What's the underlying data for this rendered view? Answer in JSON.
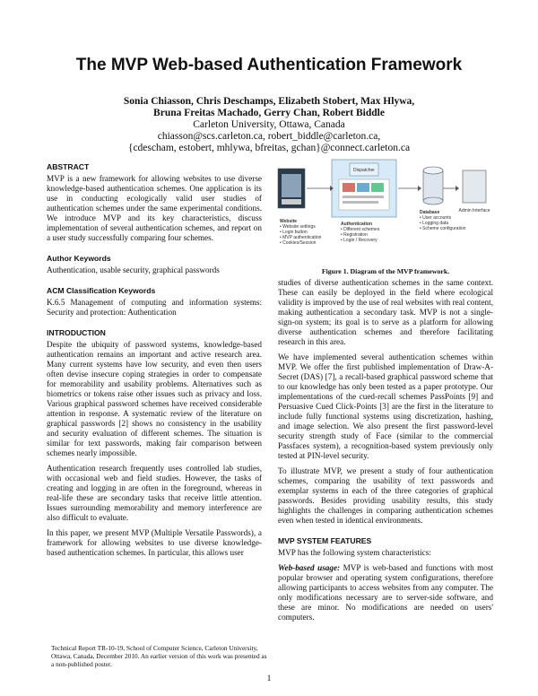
{
  "title": "The MVP Web-based Authentication Framework",
  "authors_line1": "Sonia Chiasson, Chris Deschamps, Elizabeth Stobert, Max Hlywa,",
  "authors_line2": "Bruna Freitas Machado, Gerry Chan, Robert Biddle",
  "affiliation": "Carleton University, Ottawa, Canada",
  "email_line1": "chiasson@scs.carleton.ca, robert_biddle@carleton.ca,",
  "email_line2": "{cdescham, estobert, mhlywa, bfreitas, gchan}@connect.carleton.ca",
  "abstract": {
    "heading": "ABSTRACT",
    "text": "MVP is a new framework for allowing websites to use diverse knowledge-based authentication schemes. One application is its use in conducting ecologically valid user studies of authentication schemes under the same experimental conditions. We introduce MVP and its key characteristics, discuss implementation of several authentication schemes, and report on a user study successfully comparing four schemes."
  },
  "keywords": {
    "heading": "Author Keywords",
    "text": "Authentication, usable security, graphical passwords"
  },
  "acm": {
    "heading": "ACM Classification Keywords",
    "text": "K.6.5 Management of computing and information systems: Security and protection: Authentication"
  },
  "intro": {
    "heading": "INTRODUCTION",
    "p1": "Despite the ubiquity of password systems, knowledge-based authentication remains an important and active research area. Many current systems have low security, and even then users often devise insecure coping strategies in order to compensate for memorability and usability problems. Alternatives such as biometrics or tokens raise other issues such as privacy and loss. Various graphical password schemes have received considerable attention in response. A systematic review of the literature on graphical passwords [2] shows no consistency in the usability and security evaluation of different schemes. The situation is similar for text passwords, making fair comparison between schemes nearly impossible.",
    "p2": "Authentication research frequently uses controlled lab studies, with occasional web and field studies. However, the tasks of creating and logging in are often in the foreground, whereas in real-life these are secondary tasks that receive little attention. Issues surrounding memorability and memory interference are also difficult to evaluate.",
    "p3": "In this paper, we present MVP (Multiple Versatile Passwords), a framework for allowing websites to use diverse knowledge-based authentication schemes. In particular, this allows user"
  },
  "footnote": "Technical Report TR-10-19, School of Computer Science, Carleton University, Ottawa, Canada, December 2010. An earlier version of this work was presented as a non-published poster.",
  "figure": {
    "caption": "Figure 1. Diagram of the MVP framework.",
    "dispatcher": "Dispatcher",
    "website": "Website",
    "website_items": [
      "• Website settings",
      "• Login button",
      "• MVP authentication",
      "• Cookies/Session"
    ],
    "auth": "Authentication",
    "auth_items": [
      "• Different schemes",
      "• Registration",
      "• Login / Recovery"
    ],
    "database": "Database",
    "db_items": [
      "• User accounts",
      "• Logging data",
      "• Scheme configuration"
    ],
    "admin": "Admin Interface"
  },
  "right": {
    "p1": "studies of diverse authentication schemes in the same context. These can easily be deployed in the field where ecological validity is improved by the use of real websites with real content, making authentication a secondary task. MVP is not a single-sign-on system; its goal is to serve as a platform for allowing diverse authentication schemes and therefore facilitating research in this area.",
    "p2": "We have implemented several authentication schemes within MVP. We offer the first published implementation of Draw-A-Secret (DAS) [7], a recall-based graphical password scheme that to our knowledge has only been tested as a paper prototype. Our implementations of the cued-recall schemes PassPoints [9] and Persuasive Cued Click-Points [3] are the first in the literature to include fully functional systems using discretization, hashing, and image selection. We also present the first password-level security strength study of Face (similar to the commercial Passfaces system), a recognition-based system previously only tested at PIN-level security.",
    "p3": "To illustrate MVP, we present a study of four authentication schemes, comparing the usability of text passwords and exemplar systems in each of the three categories of graphical passwords. Besides providing usability results, this study highlights the challenges in comparing authentication schemes even when tested in identical environments.",
    "features_heading": "MVP SYSTEM FEATURES",
    "features_intro": "MVP has the following system characteristics:",
    "web_based_label": "Web-based usage:",
    "web_based_text": "MVP is web-based and functions with most popular browser and operating system configurations, therefore allowing participants to access websites from any computer. The only modifications necessary are to server-side software, and these are minor. No modifications are needed on users' computers."
  },
  "page_number": "1"
}
